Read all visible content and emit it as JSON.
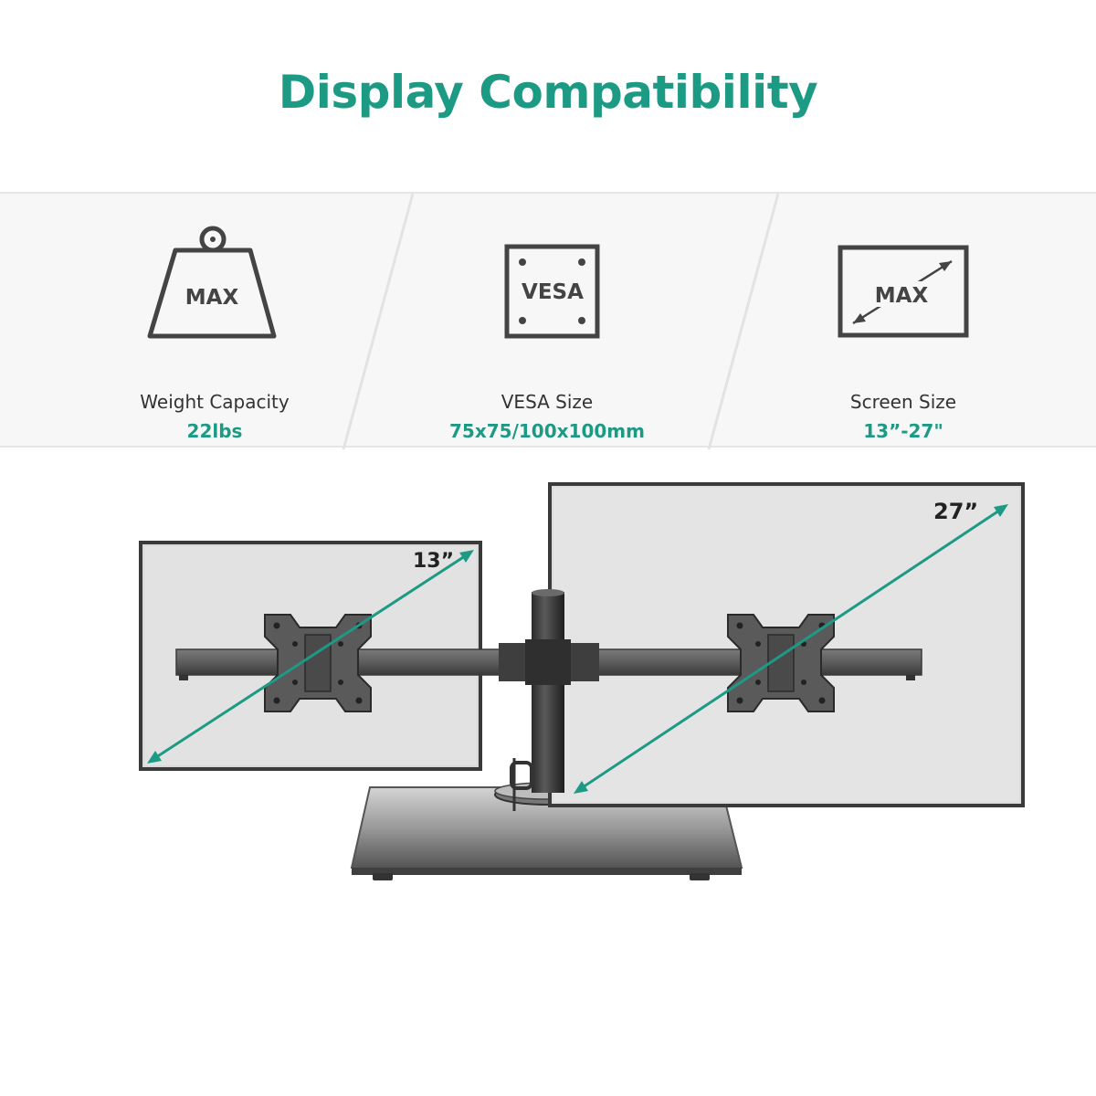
{
  "title": "Display Compatibility",
  "features": [
    {
      "icon": "weight-icon",
      "icon_text": "MAX",
      "label": "Weight Capacity",
      "value": "22lbs"
    },
    {
      "icon": "vesa-icon",
      "icon_text": "VESA",
      "label": "VESA Size",
      "value": "75x75/100x100mm"
    },
    {
      "icon": "screen-size-icon",
      "icon_text": "MAX",
      "label": "Screen Size",
      "value": "13”-27\""
    }
  ],
  "monitors": {
    "small_size": "13”",
    "large_size": "27”"
  },
  "colors": {
    "accent": "#1d9a84",
    "icon_stroke": "#444444"
  }
}
